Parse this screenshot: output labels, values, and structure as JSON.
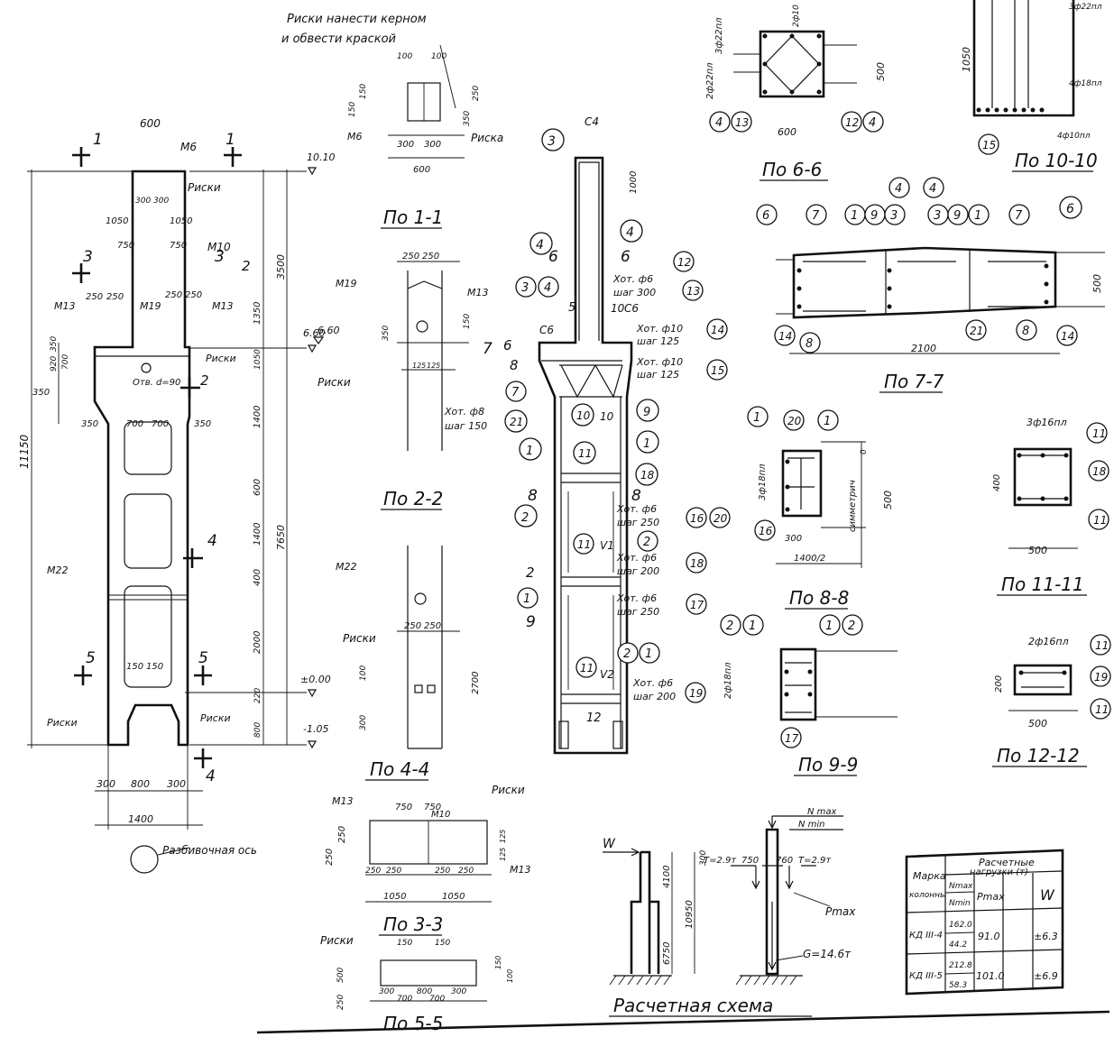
{
  "main_elevation": {
    "cut_mark": "1",
    "top_width": "600",
    "top_inner": "300 300",
    "embed_m6": "M6",
    "marks_label": "Риски",
    "hang_1050_a": "1050",
    "hang_1050_b": "1050",
    "hang_750_a": "750",
    "hang_750_b": "750",
    "embed_m10": "M10",
    "cut_3": "3",
    "cut_2": "2",
    "m13": "M13",
    "m19": "M19",
    "d250_a": "250",
    "d250_b": "250",
    "d250_c": "250",
    "d250_d": "250",
    "hole_label": "Отв. d=90",
    "d350_top": "350",
    "d700_left": "700",
    "d350_l": "350",
    "d700_c1": "700",
    "d700_c2": "700",
    "d350_r": "350",
    "m22": "M22",
    "cut_4": "4",
    "cut_5": "5",
    "d150_a": "150",
    "d150_b": "150",
    "bot_300_a": "300",
    "bot_800": "800",
    "bot_300_b": "300",
    "bot_1400": "1400",
    "axis_label": "Разбивочная ось",
    "total_height": "11150",
    "lvl_top": "10.10",
    "lvl_mid": "6.60",
    "lvl_zero": "±0.00",
    "lvl_bot": "-1.05",
    "r_3500": "3500",
    "r_1350": "1350",
    "r_1050": "1050",
    "r_1400": "1400",
    "r_600": "600",
    "r_1400b": "1400",
    "r_400": "400",
    "r_2000": "2000",
    "r_220": "220",
    "r_800": "800",
    "r_7650": "7650",
    "l_920": "920",
    "l_700": "700",
    "l_350": "350"
  },
  "notes": {
    "core_note_1": "Риски нанести керном",
    "core_note_2": "и обвести краской"
  },
  "sec_top": {
    "d100_a": "100",
    "d100_b": "100",
    "d150": "150",
    "d150b": "150",
    "d350": "350",
    "d250": "250",
    "m6": "M6",
    "d300_a": "300",
    "d300_b": "300",
    "d600": "600",
    "mark": "Риска"
  },
  "titles": {
    "po_1_1": "По 1-1",
    "po_2_2": "По 2-2",
    "po_3_3": "По 3-3",
    "po_4_4": "По 4-4",
    "po_5_5": "По 5-5",
    "po_6_6": "По 6-6",
    "po_7_7": "По 7-7",
    "po_8_8": "По 8-8",
    "po_9_9": "По 9-9",
    "po_10_10": "По 10-10",
    "po_11_11": "По 11-11",
    "po_12_12": "По 12-12",
    "calc_scheme": "Расчетная схема"
  },
  "sec_22": {
    "d250_a": "250",
    "d250_b": "250",
    "m19": "M19",
    "m13": "M13",
    "d350": "350",
    "d150": "150",
    "lvl": "6.60",
    "marks": "Риски",
    "d25": "125",
    "d25b": "125"
  },
  "sec_44": {
    "m22": "M22",
    "d250_a": "250",
    "d250_b": "250",
    "marks": "Риски",
    "d100": "100",
    "d300": "300",
    "d2700": "2700"
  },
  "sec_33": {
    "m13_l": "M13",
    "d750_a": "750",
    "d750_b": "750",
    "m10": "M10",
    "marks": "Риски",
    "d250": "250",
    "d250v": "250",
    "d25_a": "250",
    "d25_b": "250",
    "d25_c": "250",
    "d25_d": "250",
    "d1050_a": "1050",
    "d1050_b": "1050",
    "m13_r": "M13",
    "d125_a": "125",
    "d125_b": "125"
  },
  "sec_55": {
    "marks": "Риски",
    "d150_a": "150",
    "d150_b": "150",
    "d500": "500",
    "d250": "250",
    "d300_a": "300",
    "d800": "800",
    "d300_b": "300",
    "d700_a": "700",
    "d700_b": "700",
    "d150_r": "150",
    "d100_r": "100"
  },
  "reinf_elev": {
    "c4": "С4",
    "b3": "3",
    "d1000": "1000",
    "b4_l": "4",
    "b4_r": "4",
    "cut6_a": "6",
    "cut6_b": "6",
    "b3b": "3",
    "b4c": "4",
    "b5": "5",
    "b12": "12",
    "b13": "13",
    "hom6": "Хот. ф6",
    "sh300": "шаг 300",
    "c10": "10",
    "c6": "С6",
    "c6b": "С6",
    "cut7": "7",
    "hom10a": "Хот. ф10",
    "sh125a": "шаг 125",
    "b14": "14",
    "hom10b": "Хот. ф10",
    "sh125b": "шаг 125",
    "b15": "15",
    "b6": "6",
    "b8": "8",
    "b7": "7",
    "hom8": "Хот. ф8",
    "sh150": "шаг 150",
    "b21": "21",
    "b10": "10",
    "b10b": "10",
    "b9": "9",
    "b1": "1",
    "b1r": "1",
    "b11": "11",
    "b18": "18",
    "cut8_a": "8",
    "cut8_b": "8",
    "b2": "2",
    "hom6b": "Хот. ф6",
    "sh250": "шаг 250",
    "b16": "16",
    "b20": "20",
    "b11b": "11",
    "v1": "V1",
    "b2r": "2",
    "hom6c": "Хот. ф6",
    "sh200": "шаг 200",
    "b18b": "18",
    "b2b": "2",
    "b1b": "1",
    "cut9": "9",
    "hom6d": "Хот. ф6",
    "sh250b": "шаг 250",
    "b17": "17",
    "b2c": "2",
    "b1c": "1",
    "b11c": "11",
    "v2": "V2",
    "hom6e": "Хот. ф6",
    "sh200b": "шаг 200",
    "b19": "19",
    "b12b": "12"
  },
  "sec_66": {
    "lbl_a": "3ф22пл",
    "lbl_b": "2ф22пл",
    "lbl_c": "2ф10",
    "b4": "4",
    "b13": "13",
    "d600": "600",
    "b12": "12",
    "b4r": "4",
    "d500": "500"
  },
  "sec_1010": {
    "d1050": "1050",
    "lbl_a": "3ф22пл",
    "lbl_b": "4ф18пл",
    "lbl_c": "4ф10пл",
    "b15": "15"
  },
  "sec_77": {
    "b6": "6",
    "b7": "7",
    "b1": "1",
    "b9": "9",
    "b3": "3",
    "b4a": "4",
    "b4b": "4",
    "b3b": "3",
    "b9b": "9",
    "b1b": "1",
    "b7b": "7",
    "b6b": "6",
    "b14": "14",
    "b8": "8",
    "b21": "21",
    "b8b": "8",
    "b14b": "14",
    "d2100": "2100",
    "d500": "500"
  },
  "sec_88": {
    "b1": "1",
    "b20": "20",
    "b1b": "1",
    "lbl": "3ф18пл",
    "sym": "симметрич",
    "d500": "500",
    "d300": "300",
    "d1400": "1400/2",
    "b16": "16",
    "d0": "0"
  },
  "sec_99": {
    "b2": "2",
    "b1": "1",
    "b1b": "1",
    "b2b": "2",
    "lbl": "2ф18пл",
    "b17": "17"
  },
  "sec_1111": {
    "lbl": "3ф16пл",
    "b11": "11",
    "b18": "18",
    "b11b": "11",
    "d400": "400",
    "d500": "500"
  },
  "sec_1212": {
    "lbl": "2ф16пл",
    "b11": "11",
    "b19": "19",
    "b11b": "11",
    "d200": "200",
    "d500": "500"
  },
  "calc": {
    "w": "W",
    "d4100": "4100",
    "d6750": "6750",
    "d10950": "10950",
    "d300": "300",
    "nmax": "N max",
    "nmin": "N min",
    "t29a": "T=2.9т",
    "d750": "750",
    "d760": "760",
    "t29b": "T=2.9т",
    "pmax": "Pmax",
    "g": "G=14.6т"
  },
  "table": {
    "hdr_a": "Расчетные",
    "hdr_b": "нагрузки (т)",
    "col_mark_a": "Марка",
    "col_mark_b": "колонны",
    "col_nmax": "Nmax",
    "col_nmin": "Nmin",
    "col_pmax": "Pmax",
    "col_w": "W",
    "rows": [
      {
        "mark": "КД III-4",
        "nmax": "162.0",
        "nmin": "44.2",
        "pmax": "91.0",
        "w": "±6.3"
      },
      {
        "mark": "КД III-5",
        "nmax": "212.8",
        "nmin": "58.3",
        "pmax": "101.0",
        "w": "±6.9"
      }
    ]
  }
}
